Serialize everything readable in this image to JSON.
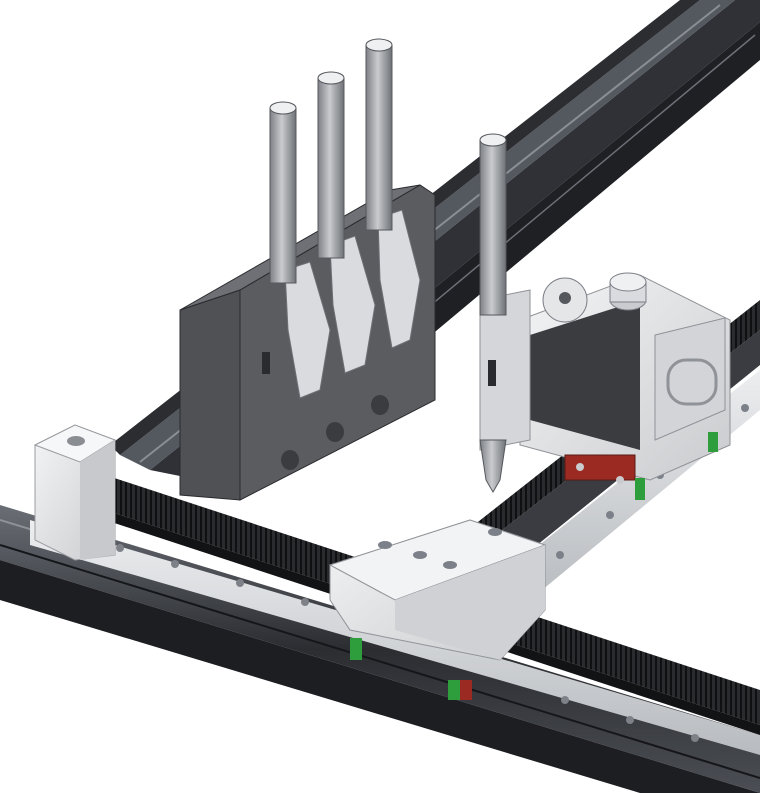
{
  "scene": {
    "colors": {
      "background": "#ffffff",
      "extrusion_dark": "#2b2d31",
      "extrusion_mid": "#4b4e54",
      "extrusion_light": "#7c8088",
      "rack_teeth": "#1c1d20",
      "rail_light": "#d8dadd",
      "carriage_white": "#e9eaec",
      "holder_gray": "#5a5c60",
      "pen_gray": "#a3a6ab",
      "accent_green": "#2e9e3c",
      "accent_red": "#9a2a22",
      "window_dark": "#3a3c40"
    },
    "parts": {
      "rear_rail": "rear-extrusion-rail",
      "front_rail": "front-extrusion-rail",
      "cross_rail": "cross-linear-rail",
      "pen_holder": "pen-holder-block",
      "pens_docked": 3,
      "tool_head": "pen-tool-head",
      "gantry_carriage": "gantry-carriage-plate",
      "end_bracket": "end-bracket"
    }
  }
}
